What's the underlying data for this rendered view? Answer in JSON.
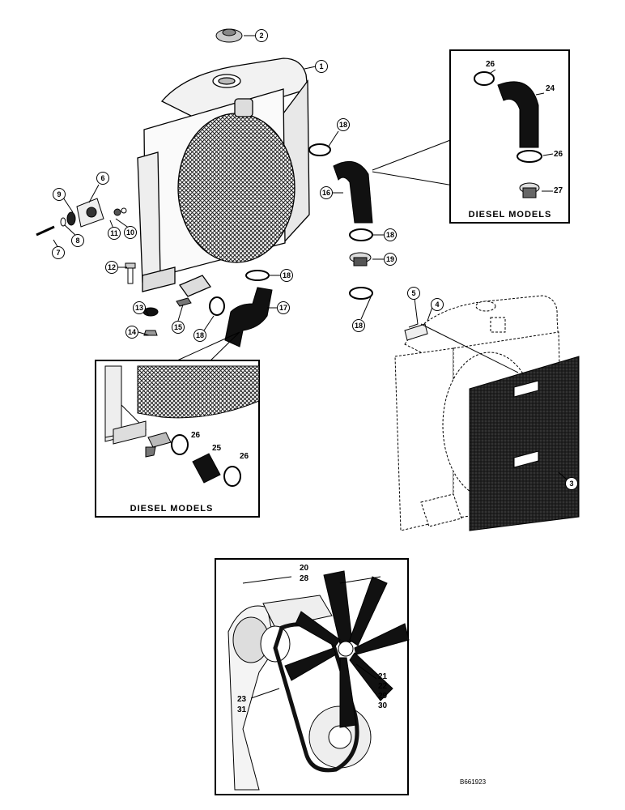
{
  "callouts": [
    {
      "id": "c1",
      "label": "1"
    },
    {
      "id": "c2",
      "label": "2"
    },
    {
      "id": "c3",
      "label": "3"
    },
    {
      "id": "c4",
      "label": "4"
    },
    {
      "id": "c5",
      "label": "5"
    },
    {
      "id": "c6",
      "label": "6"
    },
    {
      "id": "c7",
      "label": "7"
    },
    {
      "id": "c8",
      "label": "8"
    },
    {
      "id": "c9",
      "label": "9"
    },
    {
      "id": "c10",
      "label": "10"
    },
    {
      "id": "c11",
      "label": "11"
    },
    {
      "id": "c12",
      "label": "12"
    },
    {
      "id": "c13",
      "label": "13"
    },
    {
      "id": "c14",
      "label": "14"
    },
    {
      "id": "c15",
      "label": "15"
    },
    {
      "id": "c16",
      "label": "16"
    },
    {
      "id": "c17",
      "label": "17"
    },
    {
      "id": "c18a",
      "label": "18"
    },
    {
      "id": "c18b",
      "label": "18"
    },
    {
      "id": "c18c",
      "label": "18"
    },
    {
      "id": "c18d",
      "label": "18"
    },
    {
      "id": "c18e",
      "label": "18"
    },
    {
      "id": "c19",
      "label": "19"
    }
  ],
  "inset_top": {
    "caption": "DIESEL   MODELS",
    "labels": {
      "a": "26",
      "b": "24",
      "c": "26",
      "d": "27"
    }
  },
  "inset_left": {
    "caption": "DIESEL MODELS",
    "labels": {
      "a": "26",
      "b": "25",
      "c": "26"
    }
  },
  "fan_inset": {
    "labels": {
      "l20": "20",
      "l28": "28",
      "l21": "21",
      "l22": "22",
      "l29": "29",
      "l30": "30",
      "l23": "23",
      "l31": "31"
    }
  },
  "reference_code": "B661923"
}
